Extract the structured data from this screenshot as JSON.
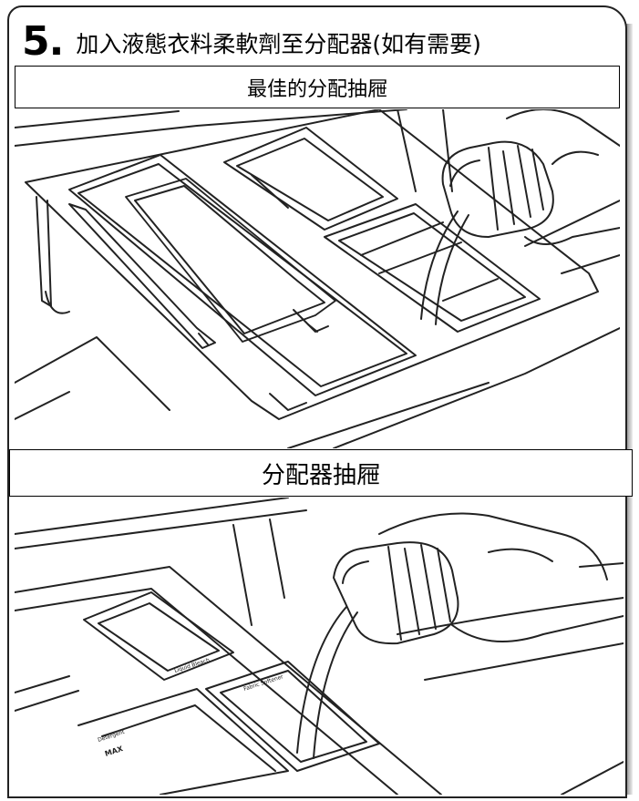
{
  "step": {
    "number": "5.",
    "title": "加入液態衣料柔軟劑至分配器(如有需要)"
  },
  "figures": [
    {
      "caption": "最佳的分配抽屜"
    },
    {
      "caption": "分配器抽屜"
    }
  ],
  "dispenser_markings": {
    "compartment_left": "Liquid Bleach",
    "compartment_right": "Fabric Softener",
    "detergent": "Detergent",
    "max": "MAX"
  }
}
